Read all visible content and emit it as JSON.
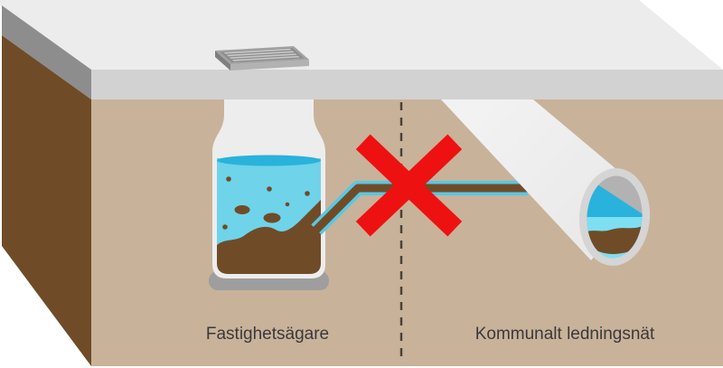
{
  "diagram": {
    "labels": {
      "property_owner": "Fastighetsägare",
      "municipal_network": "Kommunalt ledningsnät"
    },
    "icons": {
      "drain_grate": "drain-grate-icon",
      "prohibition_x": "prohibition-x-icon",
      "boundary": "dashed-boundary-line"
    },
    "colors": {
      "x_red": "#ee1111",
      "water_blue": "#6fd3e9",
      "water_surface_blue": "#29b2dc",
      "water_light_blue": "#7edef2",
      "pipe_outline_blue": "#56c8e7",
      "sludge_brown": "#6f4c27",
      "soil_side_brown": "#6f4c27",
      "soil_front_tan": "#c9b29a",
      "surface_white": "#ececec",
      "slab_edge_gray": "#d2d2d2",
      "slab_bevel_gray": "#8d8d8d",
      "tank_white": "#ededed",
      "tank_base_gray": "#9e9e9e",
      "pipe_rim_gray": "#d5d5d5",
      "pipe_inner_gray": "#b2b2b2",
      "dash_color": "#4c4236",
      "label_color": "#3a3a3a"
    }
  }
}
